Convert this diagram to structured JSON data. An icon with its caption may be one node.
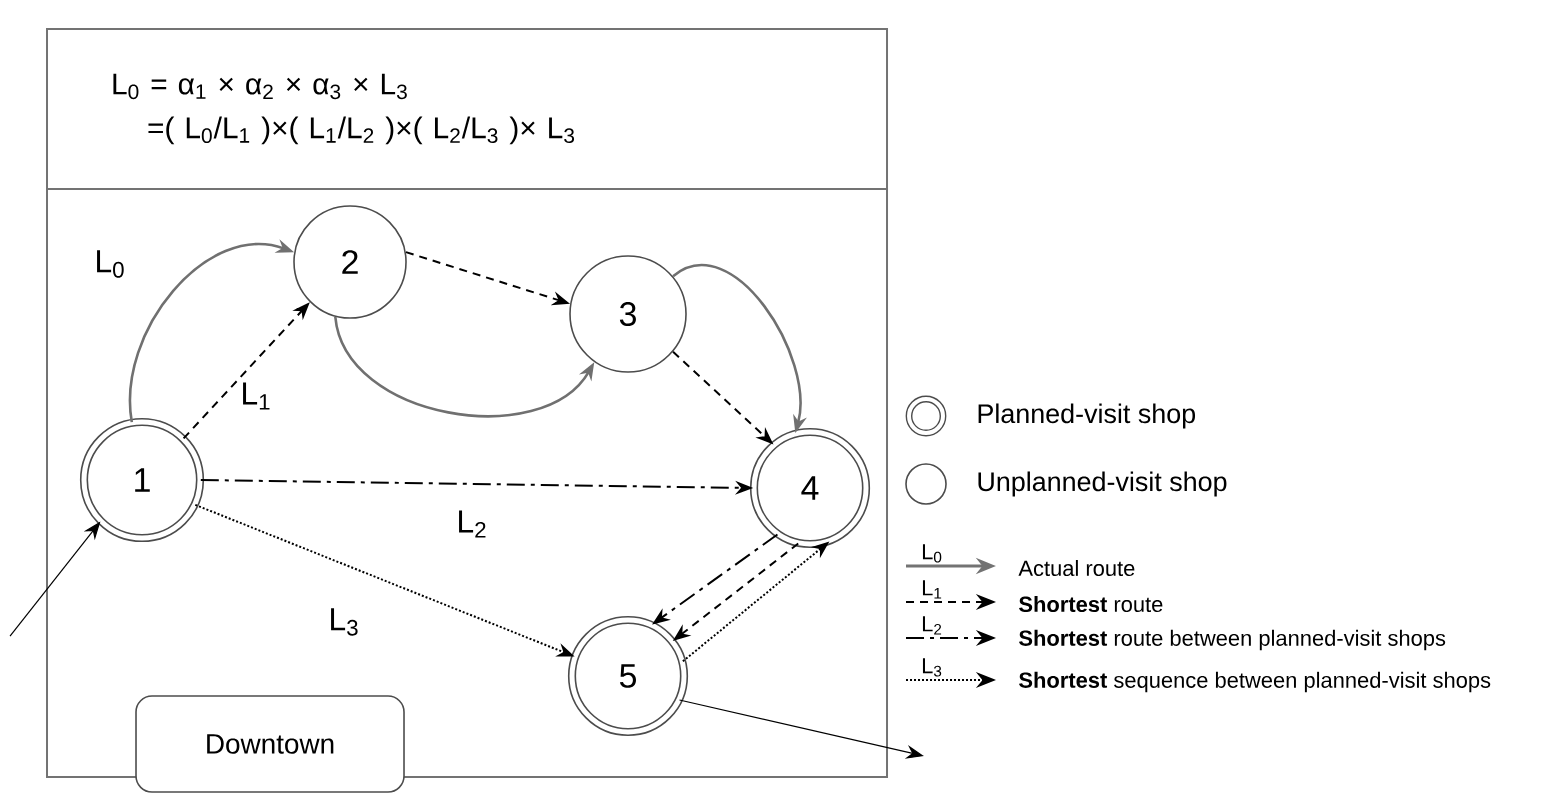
{
  "diagram": {
    "nodes": [
      {
        "text": [
          "L$_{0}$ = α$_{1}$ × α$_{2}$ × α$_{3}$ × L$_{3}$",
          "=( L$_{0}$/L$_{1}$ )×( L$_{1}$/L$_{2}$ )×( L$_{2}$/L$_{3}$ )× L$_{3}$"
        ]
      },
      {
        "text": [],
        "shape": "box"
      },
      {
        "text": [
          "1"
        ],
        "in": 1
      },
      {
        "text": [
          "2"
        ],
        "in": 1
      },
      {
        "text": [
          "3"
        ],
        "in": 1
      },
      {
        "text": [
          "4"
        ],
        "in": 1
      },
      {
        "text": [
          "5"
        ],
        "in": 1
      },
      {
        "text": [
          "Downtown"
        ]
      }
    ],
    "edges": [
      {
        "from": 2,
        "to": 3,
        "arrow": "to",
        "label": "L$_{0}$",
        "color": "#707070"
      },
      {
        "from": 2,
        "to": 3,
        "arrow": "to",
        "label": "L$_{1}$",
        "style": "dashed"
      },
      {
        "from": 3,
        "to": 4,
        "arrow": "to",
        "color": "#707070"
      },
      {
        "from": 3,
        "to": 4,
        "arrow": "to",
        "style": "dashed"
      },
      {
        "from": 4,
        "to": 5,
        "arrow": "to",
        "color": "#707070"
      },
      {
        "from": 4,
        "to": 5,
        "arrow": "to",
        "style": "dashed"
      },
      {
        "from": 2,
        "to": 5,
        "arrow": "to",
        "label": "L$_{2}$",
        "style": "dashed"
      },
      {
        "from": 2,
        "to": 6,
        "arrow": "to",
        "label": "L$_{3}$",
        "style": "dashed"
      },
      {
        "from": 5,
        "to": 6,
        "arrow": "to",
        "style": "dashed"
      },
      {
        "from": 5,
        "to": 6,
        "arrow": "to",
        "style": "dashed"
      },
      {
        "from": 6,
        "to": 5,
        "arrow": "to",
        "style": "dashed"
      },
      {
        "from": null,
        "to": 2,
        "arrow": "to"
      },
      {
        "from": 6,
        "to": null,
        "arrow": "to"
      }
    ],
    "labels": [
      "L$_{0}$",
      "L$_{1}$",
      "L$_{2}$",
      "L$_{3}$"
    ],
    "legend": [
      {
        "text": "Planned-visit shop"
      },
      {
        "text": "Unplanned-visit shop"
      },
      {
        "text": "Actual route"
      },
      {
        "text": "**Shortest** route"
      },
      {
        "text": "**Shortest** route between planned-visit shops"
      },
      {
        "text": "**Shortest** sequence between planned-visit shops"
      }
    ]
  }
}
